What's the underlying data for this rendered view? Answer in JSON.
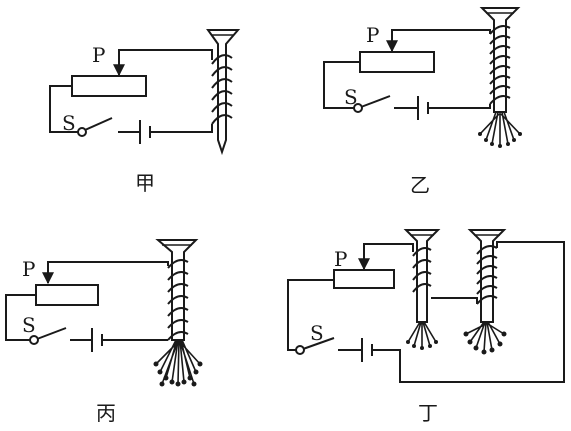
{
  "labels": {
    "slider": "P",
    "switch": "S"
  },
  "captions": {
    "a": "甲",
    "b": "乙",
    "c": "丙",
    "d": "丁"
  },
  "colors": {
    "ink": "#1a1a1a",
    "background": "#ffffff"
  }
}
